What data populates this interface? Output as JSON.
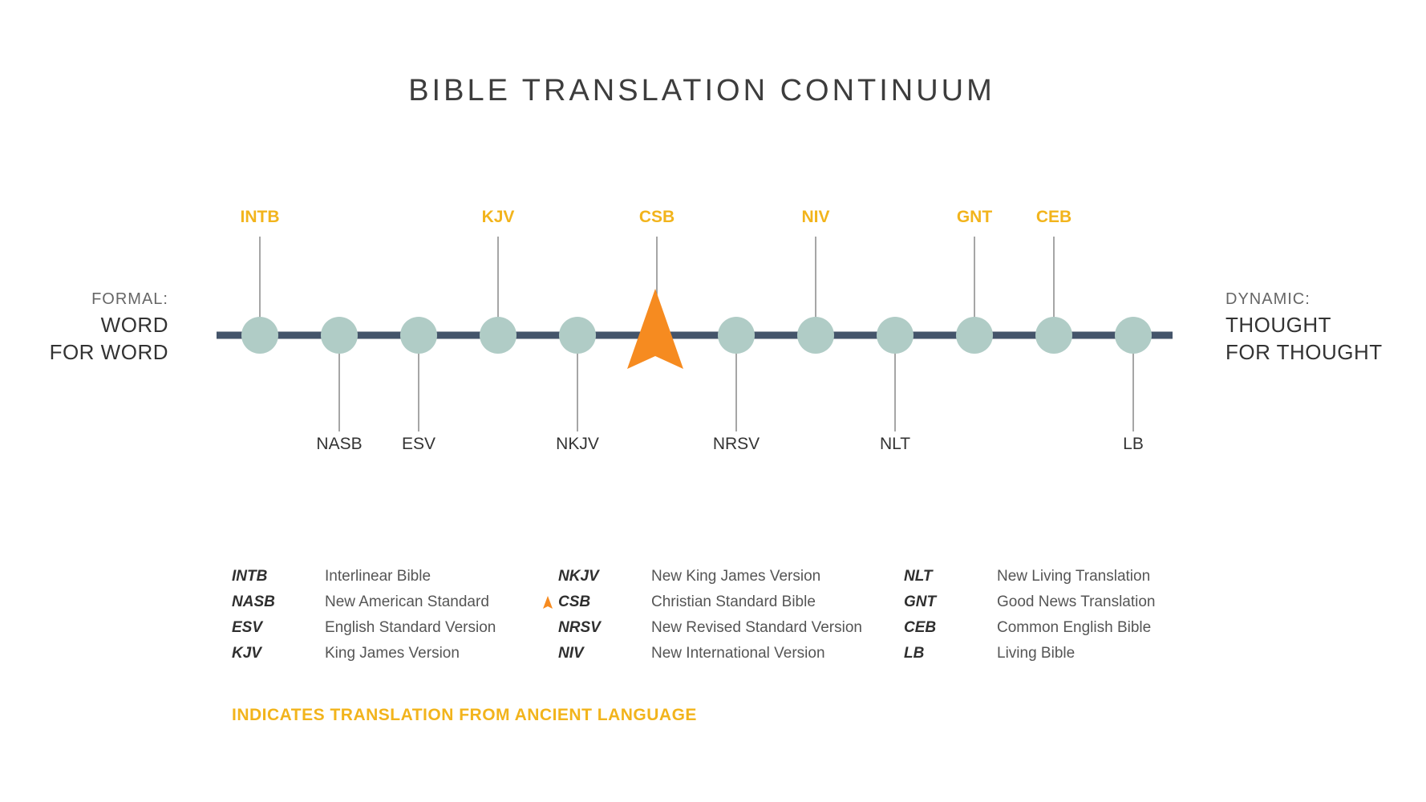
{
  "title": "BIBLE TRANSLATION CONTINUUM",
  "left_label": {
    "small": "FORMAL:",
    "line1": "WORD",
    "line2": "FOR WORD"
  },
  "right_label": {
    "small": "DYNAMIC:",
    "line1": "THOUGHT",
    "line2": "FOR THOUGHT"
  },
  "colors": {
    "axis": "#44546a",
    "node": "#b0ccc6",
    "ancient": "#f2b41c",
    "marker": "#f68b20",
    "connector": "#888888",
    "text_dark": "#333333"
  },
  "nodes": [
    {
      "abbr": "INTB",
      "position": "above",
      "ancient": true
    },
    {
      "abbr": "NASB",
      "position": "below",
      "ancient": false
    },
    {
      "abbr": "ESV",
      "position": "below",
      "ancient": false
    },
    {
      "abbr": "KJV",
      "position": "above",
      "ancient": true
    },
    {
      "abbr": "NKJV",
      "position": "below",
      "ancient": false
    },
    {
      "abbr": "CSB",
      "position": "above",
      "ancient": true,
      "marker": "arrowhead"
    },
    {
      "abbr": "NRSV",
      "position": "below",
      "ancient": false
    },
    {
      "abbr": "NIV",
      "position": "above",
      "ancient": true
    },
    {
      "abbr": "NLT",
      "position": "below",
      "ancient": false
    },
    {
      "abbr": "GNT",
      "position": "above",
      "ancient": true
    },
    {
      "abbr": "CEB",
      "position": "above",
      "ancient": true
    },
    {
      "abbr": "LB",
      "position": "below",
      "ancient": false
    }
  ],
  "legend": {
    "col1": [
      {
        "abbr": "INTB",
        "name": "Interlinear Bible"
      },
      {
        "abbr": "NASB",
        "name": "New American Standard"
      },
      {
        "abbr": "ESV",
        "name": "English Standard Version"
      },
      {
        "abbr": "KJV",
        "name": "King James Version"
      }
    ],
    "col2": [
      {
        "abbr": "NKJV",
        "name": "New King James Version"
      },
      {
        "abbr": "CSB",
        "name": "Christian Standard Bible"
      },
      {
        "abbr": "NRSV",
        "name": "New Revised Standard Version"
      },
      {
        "abbr": "NIV",
        "name": "New International Version"
      }
    ],
    "col3": [
      {
        "abbr": "NLT",
        "name": "New Living Translation"
      },
      {
        "abbr": "GNT",
        "name": "Good News Translation"
      },
      {
        "abbr": "CEB",
        "name": "Common English Bible"
      },
      {
        "abbr": "LB",
        "name": "Living Bible"
      }
    ]
  },
  "footnote": "INDICATES TRANSLATION FROM ANCIENT LANGUAGE"
}
